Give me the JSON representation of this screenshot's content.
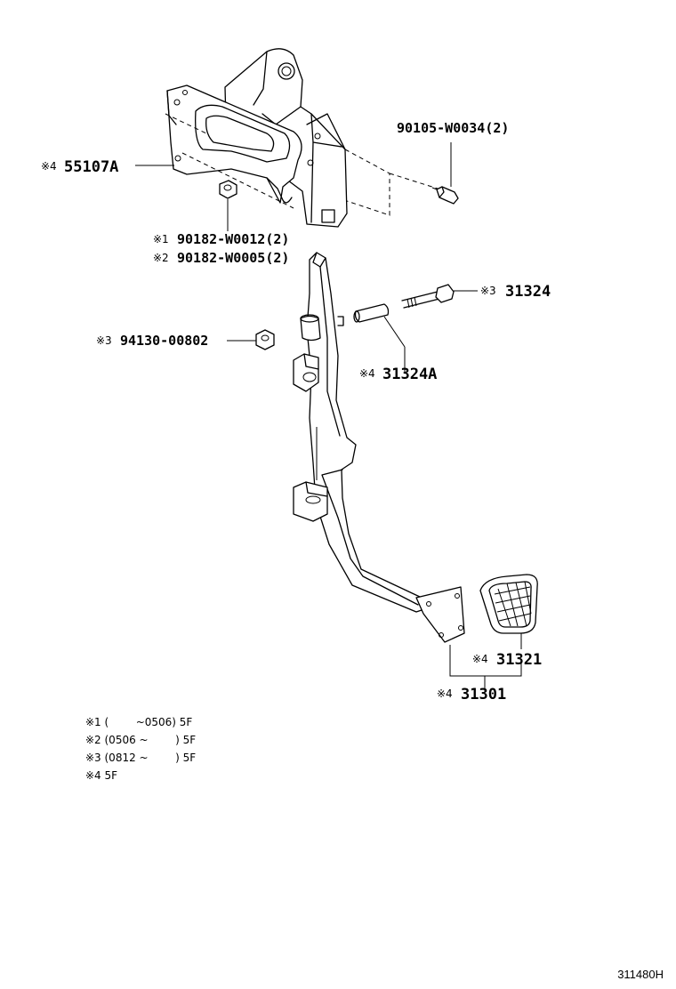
{
  "labels": {
    "l55107a": {
      "mark": "※4",
      "part": "55107A"
    },
    "l90105": {
      "mark": "",
      "part": "90105-W0034(2)"
    },
    "l90182a": {
      "mark": "※1",
      "part": "90182-W0012(2)"
    },
    "l90182b": {
      "mark": "※2",
      "part": "90182-W0005(2)"
    },
    "l31324": {
      "mark": "※3",
      "part": "31324"
    },
    "l94130": {
      "mark": "※3",
      "part": "94130-00802"
    },
    "l31324a": {
      "mark": "※4",
      "part": "31324A"
    },
    "l31321": {
      "mark": "※4",
      "part": "31321"
    },
    "l31301": {
      "mark": "※4",
      "part": "31301"
    }
  },
  "notes": [
    "※1 (        ~0506) 5F",
    "※2 (0506 ~        ) 5F",
    "※3 (0812 ~        ) 5F",
    "※4 5F"
  ],
  "page_number": "311480H"
}
